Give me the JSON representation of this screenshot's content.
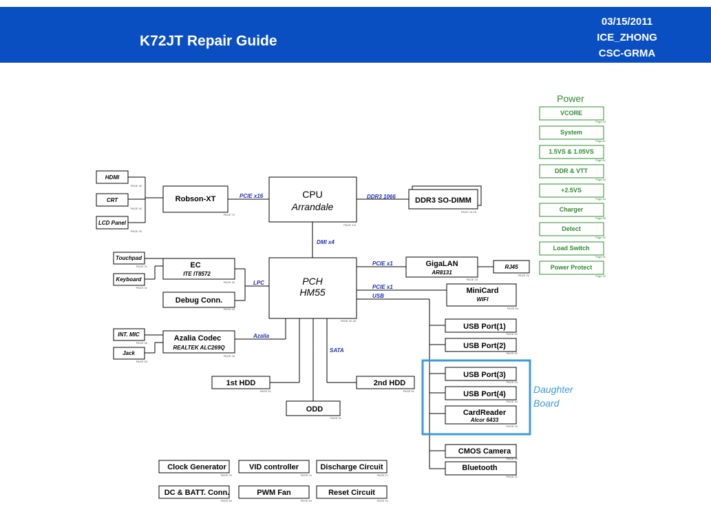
{
  "header": {
    "title": "K72JT Repair Guide",
    "date": "03/15/2011",
    "author": "ICE_ZHONG",
    "dept": "CSC-GRMA"
  },
  "colors": {
    "header_bg": "#0a4fc2",
    "power_green": "#2e8b2e",
    "bus_blue": "#1f2fb4",
    "daughter_blue": "#3c9ad8"
  },
  "cpu": {
    "title": "CPU",
    "subtitle": "Arrandale",
    "page": "PAGE 3-6"
  },
  "pch": {
    "title": "PCH",
    "subtitle": "HM55",
    "page": "PAGE 20-28"
  },
  "robson": {
    "label": "Robson-XT",
    "page": "PAGE 70"
  },
  "hdmi": {
    "label": "HDMI",
    "page": "PAGE 46"
  },
  "crt": {
    "label": "CRT",
    "page": "PAGE 46"
  },
  "lcd": {
    "label": "LCD Panel",
    "page": "PAGE 45"
  },
  "ddr3": {
    "label": "DDR3 SO-DIMM",
    "page": "PAGE 16-18"
  },
  "ec": {
    "label": "EC",
    "sub": "ITE IT8572",
    "page": "PAGE 30"
  },
  "touchpad": {
    "label": "Touchpad",
    "page": "PAGE 31"
  },
  "keyboard": {
    "label": "Keyboard",
    "page": "PAGE 31"
  },
  "debug": {
    "label": "Debug Conn.",
    "page": "PAGE 64"
  },
  "azalia": {
    "label": "Azalia Codec",
    "sub": "REALTEK ALC269Q",
    "page": "PAGE 35"
  },
  "intmic": {
    "label": "INT. MIC",
    "page": "PAGE 45"
  },
  "jack": {
    "label": "Jack",
    "page": "PAGE 55"
  },
  "gigalan": {
    "label": "GigaLAN",
    "sub": "AR8131",
    "page": "PAGE 33"
  },
  "rj45": {
    "label": "RJ45",
    "page": "PAGE 34"
  },
  "minicard": {
    "label": "MiniCard",
    "sub": "WIFI",
    "page": "PAGE 53"
  },
  "usb1": {
    "label": "USB Port(1)",
    "page": "PAGE 52"
  },
  "usb2": {
    "label": "USB Port(2)",
    "page": "PAGE 52"
  },
  "usb3": {
    "label": "USB Port(3)",
    "page": "PAGE 43"
  },
  "usb4": {
    "label": "USB Port(4)",
    "page": "PAGE 43"
  },
  "cardreader": {
    "label": "CardReader",
    "sub": "Alcor 6433",
    "page": "PAGE 43"
  },
  "camera": {
    "label": "CMOS Camera",
    "page": "PAGE 45"
  },
  "bluetooth": {
    "label": "Bluetooth",
    "page": "PAGE 51"
  },
  "hdd1": {
    "label": "1st HDD",
    "page": "PAGE 51"
  },
  "hdd2": {
    "label": "2nd HDD",
    "page": "PAGE 51"
  },
  "odd": {
    "label": "ODD",
    "page": "PAGE 51"
  },
  "daughter": {
    "line1": "Daughter",
    "line2": "Board"
  },
  "buses": {
    "pcie16": "PCIE x16",
    "ddr3_1066": "DDR3 1066",
    "dmi": "DMI x4",
    "lpc": "LPC",
    "azalia": "Azalia",
    "pcie1_lan": "PCIE x1",
    "pcie1_mini": "PCIE x1",
    "usb": "USB",
    "sata": "SATA"
  },
  "misc": [
    {
      "label": "Clock Generator",
      "page": "PAGE 29"
    },
    {
      "label": "VID controller",
      "page": "PAGE 19"
    },
    {
      "label": "Discharge Circuit",
      "page": "PAGE 57"
    },
    {
      "label": "DC & BATT. Conn.",
      "page": "PAGE 60"
    },
    {
      "label": "PWM Fan",
      "page": "PAGE 50"
    },
    {
      "label": "Reset Circuit",
      "page": "PAGE 32"
    }
  ],
  "power": {
    "title": "Power",
    "items": [
      {
        "label": "VCORE",
        "page": "Page 80"
      },
      {
        "label": "System",
        "page": "Page 81"
      },
      {
        "label": "1.5VS & 1.05VS",
        "page": "Page 82"
      },
      {
        "label": "DDR & VTT",
        "page": "Page 83"
      },
      {
        "label": "+2.5VS",
        "page": "Page 84"
      },
      {
        "label": "Charger",
        "page": "Page 88"
      },
      {
        "label": "Detect",
        "page": "Page 90"
      },
      {
        "label": "Load Switch",
        "page": "Page 91"
      },
      {
        "label": "Power Protect",
        "page": "Page 92"
      }
    ]
  }
}
